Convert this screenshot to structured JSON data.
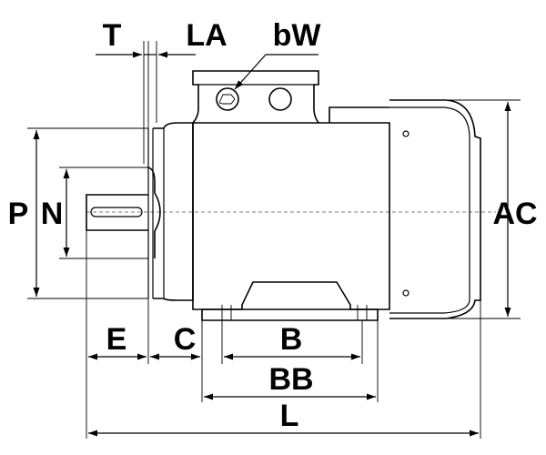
{
  "diagram": {
    "labels": {
      "T": "T",
      "LA": "LA",
      "bW": "bW",
      "P": "P",
      "N": "N",
      "AC": "AC",
      "E": "E",
      "C": "C",
      "B": "B",
      "BB": "BB",
      "L": "L"
    }
  }
}
